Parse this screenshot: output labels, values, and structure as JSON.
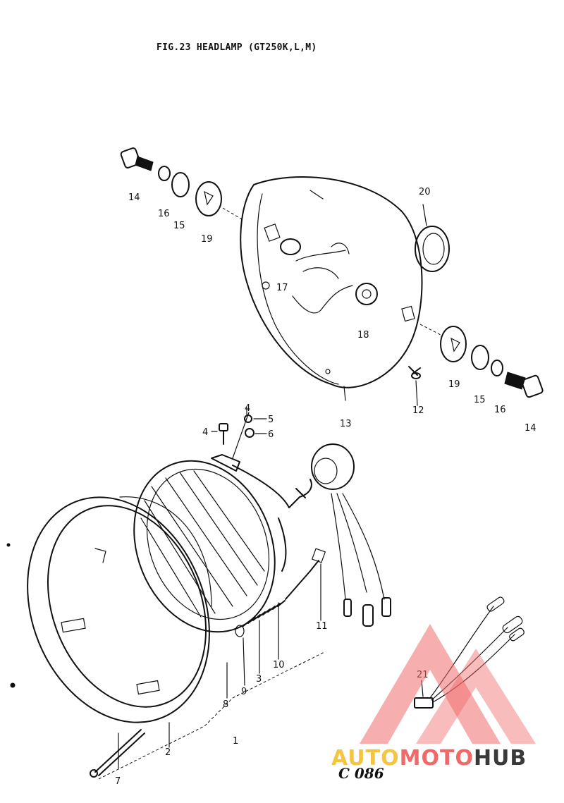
{
  "title": "FIG.23 HEADLAMP (GT250K,L,M)",
  "page_code": "C 086",
  "watermark": {
    "part1": "AUTO",
    "part2": "MOTO",
    "part3": "HUB",
    "color_yellow": "#f4c542",
    "color_red": "#ef6b6b",
    "color_dark": "#3a3a3a"
  },
  "callouts": {
    "c1": "1",
    "c2": "2",
    "c3": "3",
    "c4a": "4",
    "c4b": "4",
    "c5": "5",
    "c6": "6",
    "c7": "7",
    "c8": "8",
    "c9": "9",
    "c10": "10",
    "c11": "11",
    "c12": "12",
    "c13": "13",
    "c14a": "14",
    "c14b": "14",
    "c15a": "15",
    "c15b": "15",
    "c16a": "16",
    "c16b": "16",
    "c17": "17",
    "c18": "18",
    "c19a": "19",
    "c19b": "19",
    "c20": "20",
    "c21": "21"
  }
}
